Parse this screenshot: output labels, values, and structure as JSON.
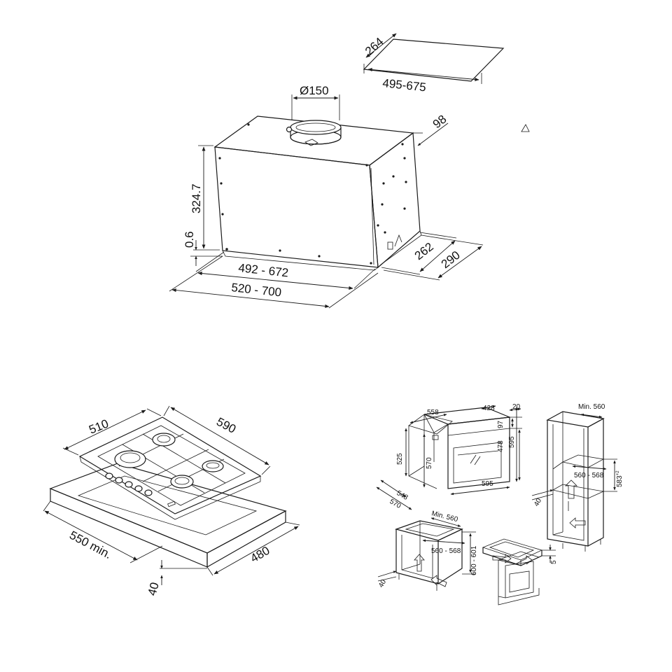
{
  "hood": {
    "duct_diameter": "Ø150",
    "height": "324.7",
    "bottom_offset": "0.6",
    "inner_width": "492 - 672",
    "outer_width": "520 - 700",
    "depth_inner": "262",
    "depth_outer": "290",
    "back_offset": "98",
    "cutout_depth": "264",
    "cutout_width": "495-675"
  },
  "hob": {
    "depth": "510",
    "width": "590",
    "cutout_width": "550 min.",
    "cutout_depth": "480",
    "worktop_thickness": "40"
  },
  "oven": {
    "width": "558",
    "top_depth": "428",
    "front_thickness": "20",
    "panel_height": "97",
    "body_height": "478",
    "total_height": "595",
    "side_height": "525",
    "inner_height": "570",
    "depth_a": "548",
    "depth_b": "570",
    "front_width": "595"
  },
  "tall_cabinet": {
    "min_width": "Min. 560",
    "niche_width": "560 - 568",
    "niche_height": "583",
    "niche_height_sup": "+2",
    "vent_gap": "40"
  },
  "base_cabinet": {
    "min_width": "Min. 560",
    "niche_width": "560 - 568",
    "niche_height": "600 - 601",
    "vent_gap": "40"
  },
  "under_worktop": {
    "gap": "5"
  }
}
